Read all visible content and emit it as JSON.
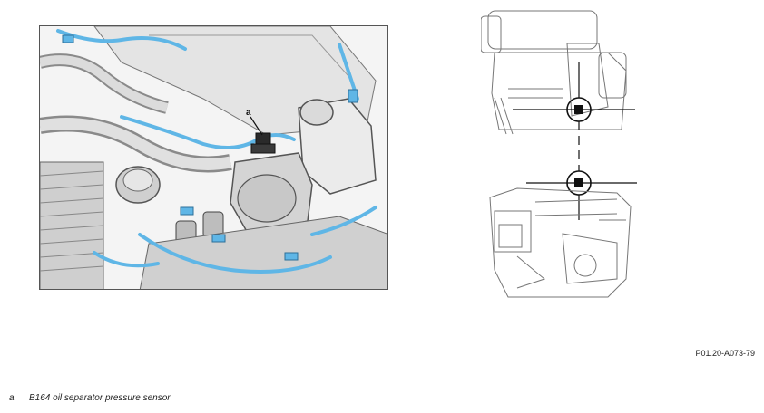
{
  "callout": {
    "key": "a"
  },
  "figure_code": "P01.20-A073-79",
  "legend": [
    {
      "key": "a",
      "text": "B164 oil separator pressure sensor"
    }
  ],
  "colors": {
    "highlight_blue": "#5fb6e6",
    "line_dark": "#333333",
    "part_grey": "#d9d9d9",
    "sensor_dark": "#2a2a2a"
  }
}
